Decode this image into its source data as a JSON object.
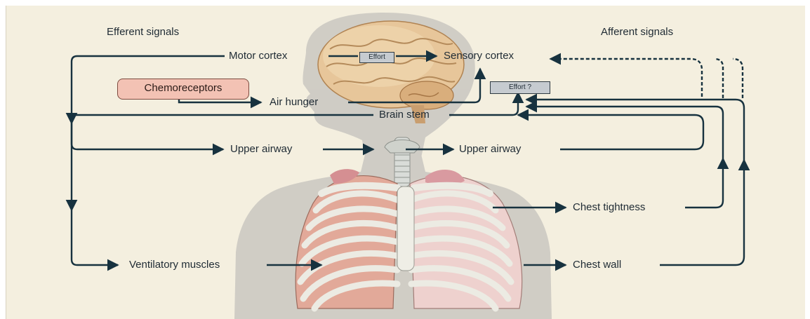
{
  "headings": {
    "efferent": "Efferent signals",
    "afferent": "Afferent signals"
  },
  "labels": {
    "motor_cortex": "Motor cortex",
    "effort": "Effort",
    "sensory_cortex": "Sensory cortex",
    "chemoreceptors": "Chemoreceptors",
    "air_hunger": "Air hunger",
    "effort_q": "Effort ?",
    "brain_stem": "Brain stem",
    "upper_airway_left": "Upper airway",
    "upper_airway_right": "Upper airway",
    "chest_tightness": "Chest tightness",
    "ventilatory_muscles": "Ventilatory muscles",
    "chest_wall": "Chest wall"
  },
  "colors": {
    "background": "#f4efdf",
    "arrow": "#17323f",
    "silhouette": "#c9c7c1",
    "chemoreceptor_fill": "#f3c2b4",
    "label_box": "#c6cbd0"
  }
}
